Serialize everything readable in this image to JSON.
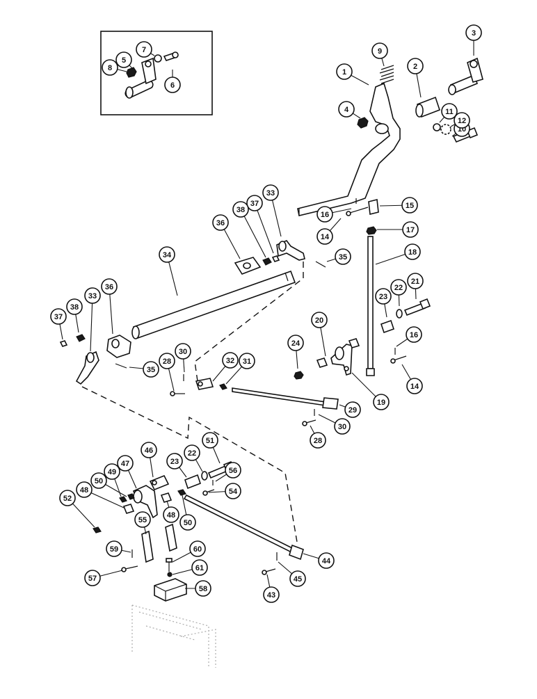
{
  "diagram": {
    "callouts": [
      {
        "id": "c1",
        "label": "1"
      },
      {
        "id": "c2",
        "label": "2"
      },
      {
        "id": "c3",
        "label": "3"
      },
      {
        "id": "c4",
        "label": "4"
      },
      {
        "id": "c5",
        "label": "5"
      },
      {
        "id": "c6",
        "label": "6"
      },
      {
        "id": "c7",
        "label": "7"
      },
      {
        "id": "c8",
        "label": "8"
      },
      {
        "id": "c9",
        "label": "9"
      },
      {
        "id": "c10",
        "label": "10"
      },
      {
        "id": "c11",
        "label": "11"
      },
      {
        "id": "c12",
        "label": "12"
      },
      {
        "id": "c14a",
        "label": "14"
      },
      {
        "id": "c15",
        "label": "15"
      },
      {
        "id": "c16a",
        "label": "16"
      },
      {
        "id": "c17",
        "label": "17"
      },
      {
        "id": "c18",
        "label": "18"
      },
      {
        "id": "c21",
        "label": "21"
      },
      {
        "id": "c22a",
        "label": "22"
      },
      {
        "id": "c23a",
        "label": "23"
      },
      {
        "id": "c16b",
        "label": "16"
      },
      {
        "id": "c14b",
        "label": "14"
      },
      {
        "id": "c20",
        "label": "20"
      },
      {
        "id": "c24",
        "label": "24"
      },
      {
        "id": "c19",
        "label": "19"
      },
      {
        "id": "c33a",
        "label": "33"
      },
      {
        "id": "c37a",
        "label": "37"
      },
      {
        "id": "c38a",
        "label": "38"
      },
      {
        "id": "c36a",
        "label": "36"
      },
      {
        "id": "c35a",
        "label": "35"
      },
      {
        "id": "c34",
        "label": "34"
      },
      {
        "id": "c36b",
        "label": "36"
      },
      {
        "id": "c37b",
        "label": "37"
      },
      {
        "id": "c38b",
        "label": "38"
      },
      {
        "id": "c33b",
        "label": "33"
      },
      {
        "id": "c35b",
        "label": "35"
      },
      {
        "id": "c30a",
        "label": "30"
      },
      {
        "id": "c28a",
        "label": "28"
      },
      {
        "id": "c32",
        "label": "32"
      },
      {
        "id": "c31",
        "label": "31"
      },
      {
        "id": "c29",
        "label": "29"
      },
      {
        "id": "c30b",
        "label": "30"
      },
      {
        "id": "c28b",
        "label": "28"
      },
      {
        "id": "c51",
        "label": "51"
      },
      {
        "id": "c22b",
        "label": "22"
      },
      {
        "id": "c23b",
        "label": "23"
      },
      {
        "id": "c56",
        "label": "56"
      },
      {
        "id": "c54",
        "label": "54"
      },
      {
        "id": "c46",
        "label": "46"
      },
      {
        "id": "c47",
        "label": "47"
      },
      {
        "id": "c49",
        "label": "49"
      },
      {
        "id": "c50a",
        "label": "50"
      },
      {
        "id": "c48a",
        "label": "48"
      },
      {
        "id": "c48b",
        "label": "48"
      },
      {
        "id": "c50b",
        "label": "50"
      },
      {
        "id": "c52",
        "label": "52"
      },
      {
        "id": "c55",
        "label": "55"
      },
      {
        "id": "c59",
        "label": "59"
      },
      {
        "id": "c57",
        "label": "57"
      },
      {
        "id": "c60",
        "label": "60"
      },
      {
        "id": "c61",
        "label": "61"
      },
      {
        "id": "c58",
        "label": "58"
      },
      {
        "id": "c44",
        "label": "44"
      },
      {
        "id": "c45",
        "label": "45"
      },
      {
        "id": "c43",
        "label": "43"
      }
    ]
  }
}
